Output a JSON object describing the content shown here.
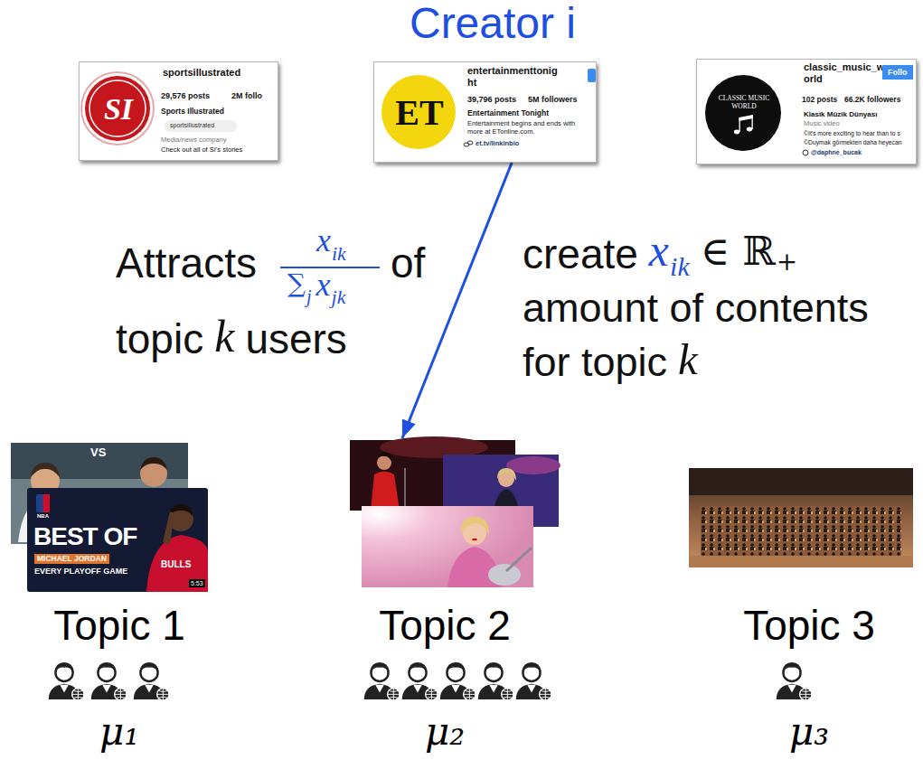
{
  "diagram": {
    "title": "Creator i",
    "nodes": [
      {
        "text": [
          "SI",
          "sportsillustrated",
          "29,576 posts",
          "2M follo",
          "Sports Illustrated",
          "sportsillustrated",
          "Media/news company",
          "Check out all of SI's stories"
        ]
      },
      {
        "text": [
          "ET",
          "entertainmenttonig ht",
          "39,796 posts",
          "5M followers",
          "Entertainment Tonight",
          "Entertainment begins and ends with more at ETonline.com.",
          "et.tv/linkinbio"
        ]
      },
      {
        "text": [
          "CLASSIC MUSIC WORLD",
          "classic_music_w orld",
          "Follo",
          "102 posts",
          "66.2K followers",
          "Klasik Müzik Dünyası",
          "Music video",
          "©It's more exciting to hear than to s",
          "©Duymak görmekten daha heyecan",
          "@daphne_bucak"
        ]
      },
      {
        "text": [
          "Topic 1",
          "μ₁"
        ]
      },
      {
        "text": [
          "Topic 2",
          "μ₂"
        ]
      },
      {
        "text": [
          "Topic 3",
          "μ₃"
        ]
      }
    ],
    "edges": [
      {
        "from": 1,
        "to": 4,
        "arrow": "to"
      }
    ],
    "labels": [
      "Attracts",
      "x",
      "ik",
      "∑",
      "j",
      "x",
      "jk",
      "of",
      "topic",
      "k",
      "users",
      "create",
      "x",
      "ik",
      "∈ ℝ",
      "+",
      "amount of contents",
      "for topic",
      "k",
      "VS",
      "NBA",
      "BEST OF",
      "MICHAEL JORDAN",
      "EVERY PLAYOFF GAME",
      "BULLS",
      "5:53"
    ]
  }
}
